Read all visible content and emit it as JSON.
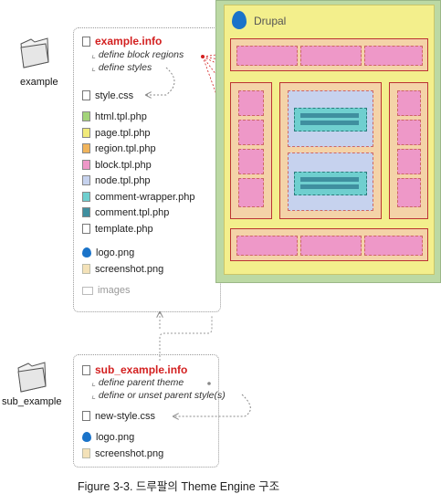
{
  "folders": {
    "example": "example",
    "sub_example": "sub_example"
  },
  "main_files": {
    "info": "example.info",
    "info_notes": [
      "define block regions",
      "define styles"
    ],
    "items": [
      {
        "label": "style.css",
        "icon": "document-icon"
      },
      {
        "label": "html.tpl.php",
        "icon": "template-icon",
        "color": "#a3d47a"
      },
      {
        "label": "page.tpl.php",
        "icon": "template-icon",
        "color": "#f1ea7a"
      },
      {
        "label": "region.tpl.php",
        "icon": "template-icon",
        "color": "#f0b45c"
      },
      {
        "label": "block.tpl.php",
        "icon": "template-icon",
        "color": "#ee98c8"
      },
      {
        "label": "node.tpl.php",
        "icon": "template-icon",
        "color": "#c6d2ee"
      },
      {
        "label": "comment-wrapper.php",
        "icon": "template-icon",
        "color": "#6fcfcf"
      },
      {
        "label": "comment.tpl.php",
        "icon": "template-icon",
        "color": "#3f8f9f"
      },
      {
        "label": "template.php",
        "icon": "document-icon"
      }
    ],
    "logo": "logo.png",
    "screenshot": "screenshot.png",
    "images": "images"
  },
  "sub_files": {
    "info": "sub_example.info",
    "info_notes": [
      "define parent theme",
      "define or unset parent style(s)"
    ],
    "css": "new-style.css",
    "logo": "logo.png",
    "screenshot": "screenshot.png"
  },
  "page_preview": {
    "brand": "Drupal",
    "colors": {
      "page": "#f3ef8c",
      "outer": "#bcd9a4",
      "region": "#f4d3a8",
      "block": "#ee98c8",
      "node": "#c6d2ee",
      "comment_wrapper": "#6fcfcf",
      "comment": "#3f8f9f",
      "info_red": "#d32020"
    }
  },
  "caption": "Figure 3-3. 드루팔의 Theme Engine 구조"
}
